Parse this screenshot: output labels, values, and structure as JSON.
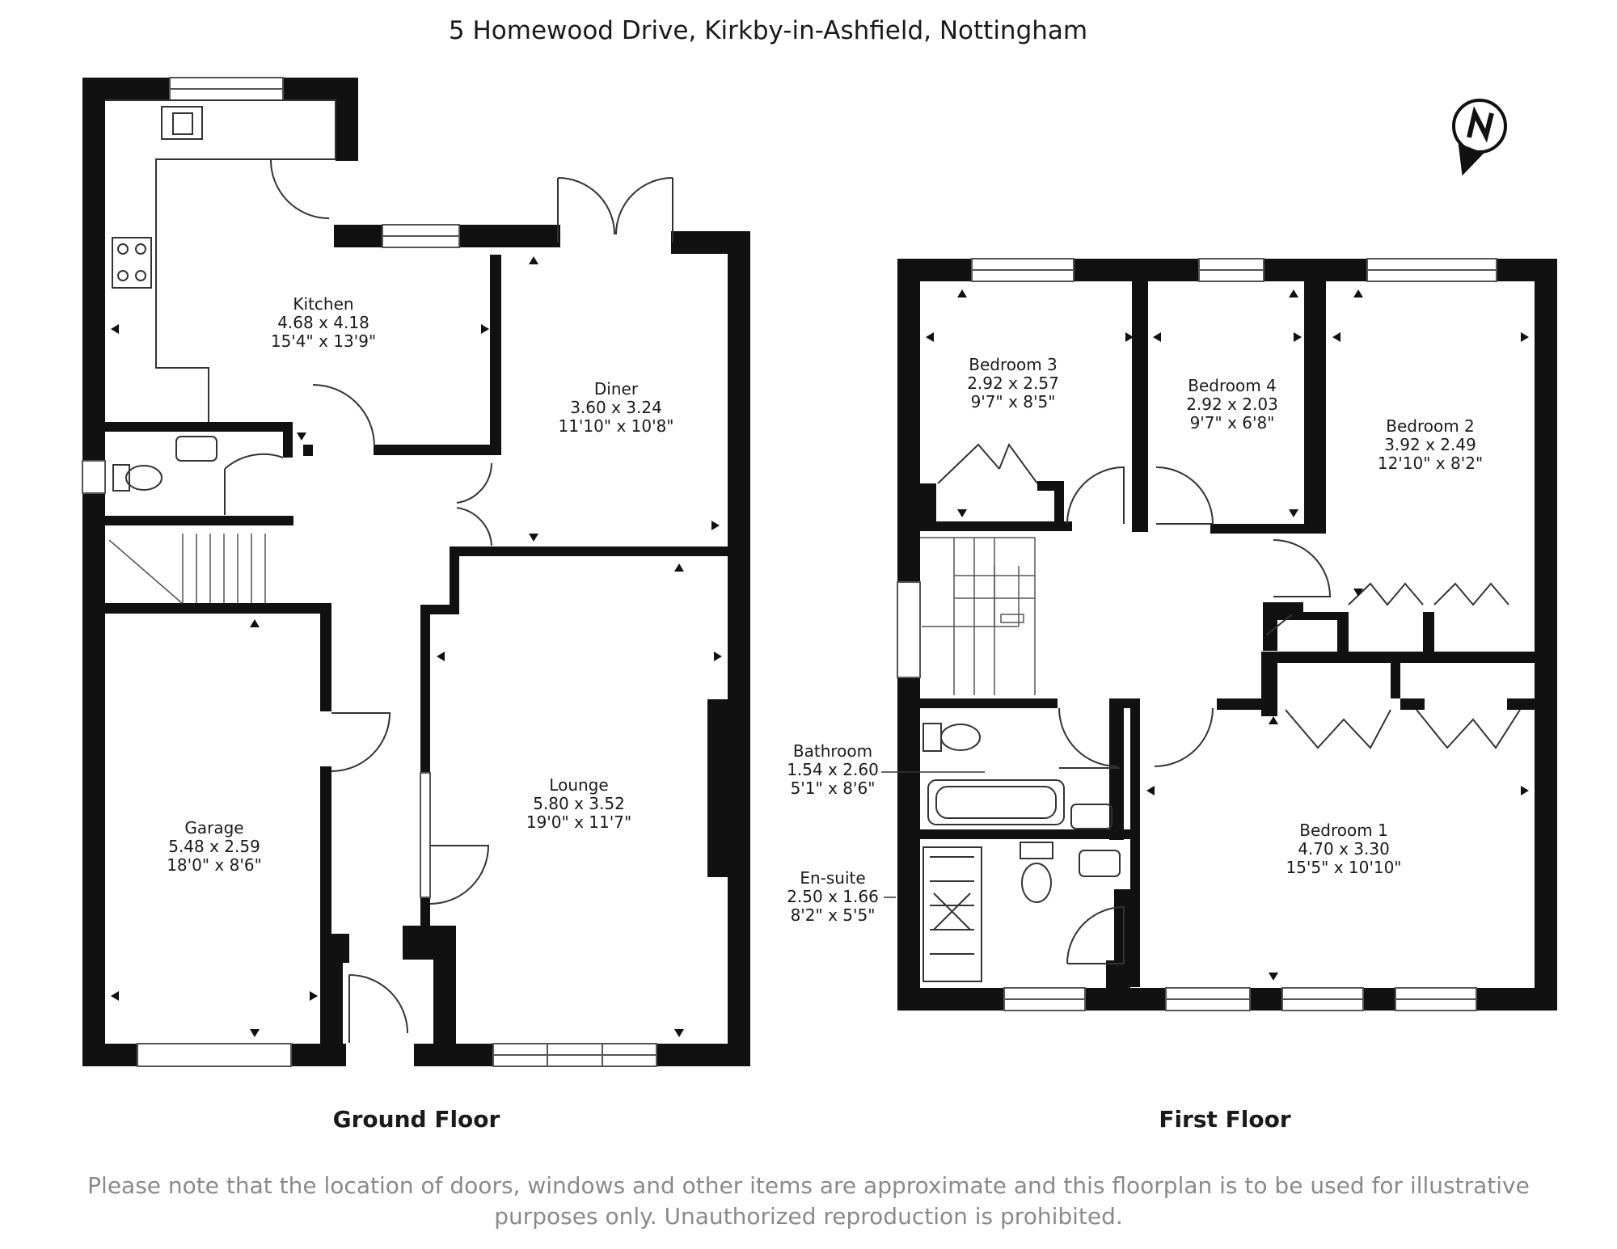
{
  "title": "5 Homewood Drive, Kirkby-in-Ashfield, Nottingham",
  "floors": [
    {
      "label": "Ground Floor",
      "rooms": [
        {
          "name": "Kitchen",
          "metric": "4.68 x 4.18",
          "imperial": "15'4\" x 13'9\""
        },
        {
          "name": "Diner",
          "metric": "3.60 x 3.24",
          "imperial": "11'10\" x 10'8\""
        },
        {
          "name": "Lounge",
          "metric": "5.80 x 3.52",
          "imperial": "19'0\" x 11'7\""
        },
        {
          "name": "Garage",
          "metric": "5.48 x 2.59",
          "imperial": "18'0\" x 8'6\""
        }
      ]
    },
    {
      "label": "First Floor",
      "rooms": [
        {
          "name": "Bedroom 3",
          "metric": "2.92 x 2.57",
          "imperial": "9'7\" x 8'5\""
        },
        {
          "name": "Bedroom 4",
          "metric": "2.92 x 2.03",
          "imperial": "9'7\" x 6'8\""
        },
        {
          "name": "Bedroom 2",
          "metric": "3.92 x 2.49",
          "imperial": "12'10\" x 8'2\""
        },
        {
          "name": "Bedroom 1",
          "metric": "4.70 x 3.30",
          "imperial": "15'5\" x 10'10\""
        },
        {
          "name": "Bathroom",
          "metric": "1.54 x 2.60",
          "imperial": "5'1\" x 8'6\""
        },
        {
          "name": "En-suite",
          "metric": "2.50 x 1.66",
          "imperial": "8'2\" x 5'5\""
        }
      ]
    }
  ],
  "compass": {
    "icon": "north-arrow-icon"
  },
  "disclaimer": "Please note that the location of doors, windows and other items are approximate and this floorplan is to be used for illustrative purposes only. Unauthorized reproduction is prohibited.",
  "colors": {
    "wall": "#111111",
    "text": "#1a1a1a",
    "disclaimer": "#8a8a8a"
  }
}
